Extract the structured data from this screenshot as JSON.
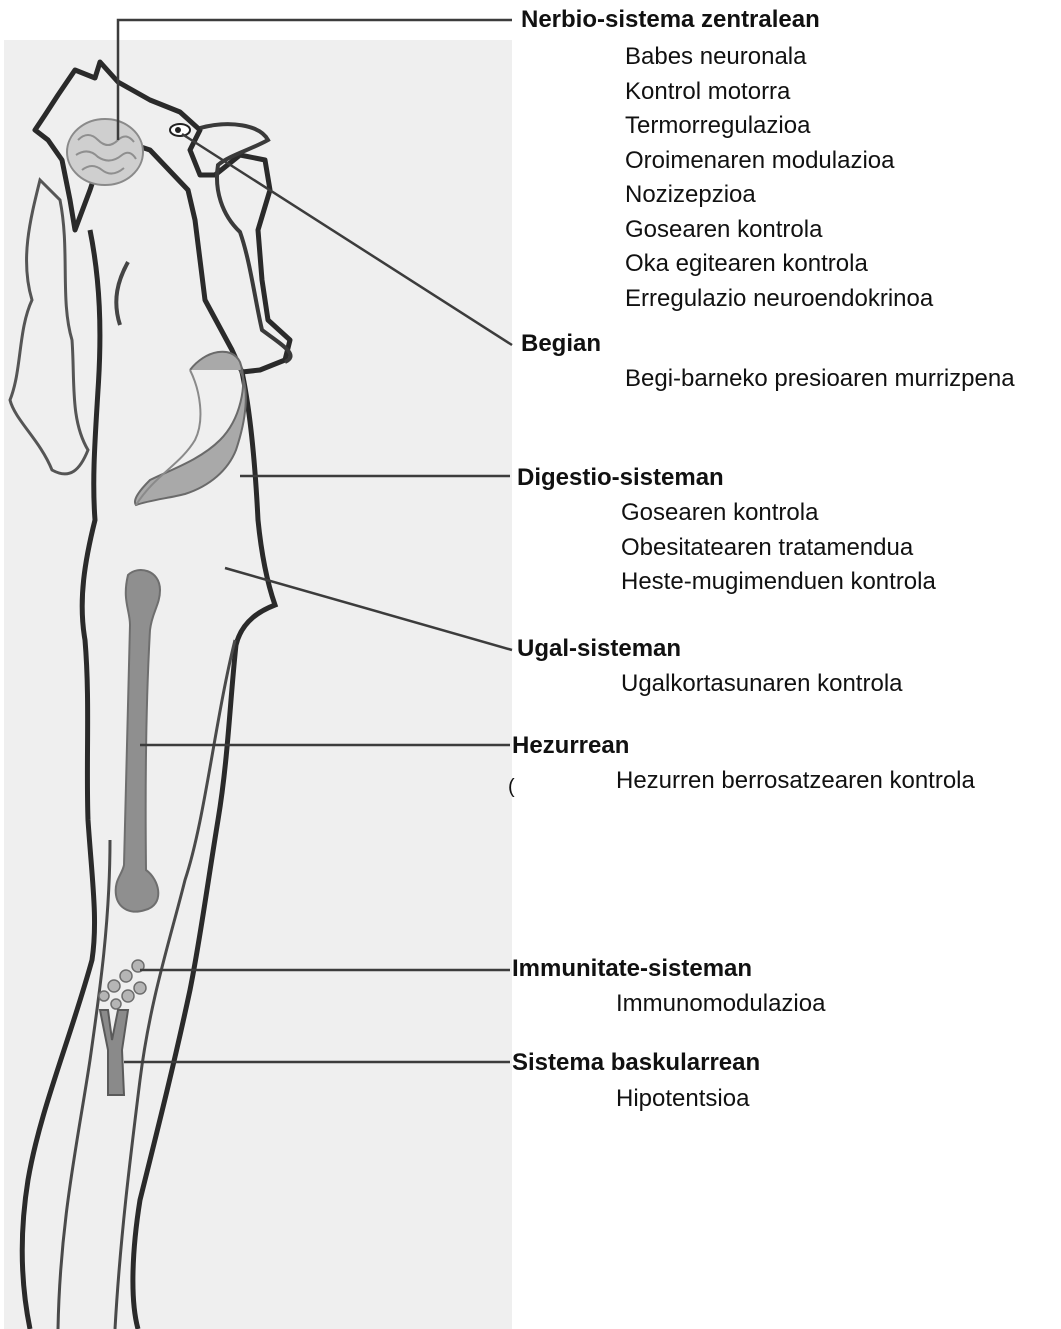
{
  "groups": [
    {
      "heading": "Nerbio-sistema zentralean",
      "items": [
        "Babes neuronala",
        "Kontrol motorra",
        "Termorregulazioa",
        "Oroimenaren modulazioa",
        "Nozizepzioa",
        "Gosearen kontrola",
        "Oka egitearen kontrola",
        "Erregulazio neuroendokrinoa"
      ]
    },
    {
      "heading": "Begian",
      "items": [
        "Begi-barneko presioaren murrizpena"
      ]
    },
    {
      "heading": "Digestio-sisteman",
      "items": [
        "Gosearen kontrola",
        "Obesitatearen tratamendua",
        "Heste-mugimenduen kontrola"
      ]
    },
    {
      "heading": "Ugal-sisteman",
      "items": [
        "Ugalkortasunaren kontrola"
      ]
    },
    {
      "heading": "Hezurrean",
      "items": [
        "Hezurren berrosatzearen kontrola"
      ]
    },
    {
      "heading": "Immunitate-sisteman",
      "items": [
        "Immunomodulazioa"
      ]
    },
    {
      "heading": "Sistema baskularrean",
      "items": [
        "Hipotentsioa"
      ]
    }
  ],
  "stray_mark": "(",
  "colors": {
    "panel": "#efefef",
    "outline": "#2a2a2a",
    "line": "#3c3c3c",
    "text": "#111111"
  }
}
